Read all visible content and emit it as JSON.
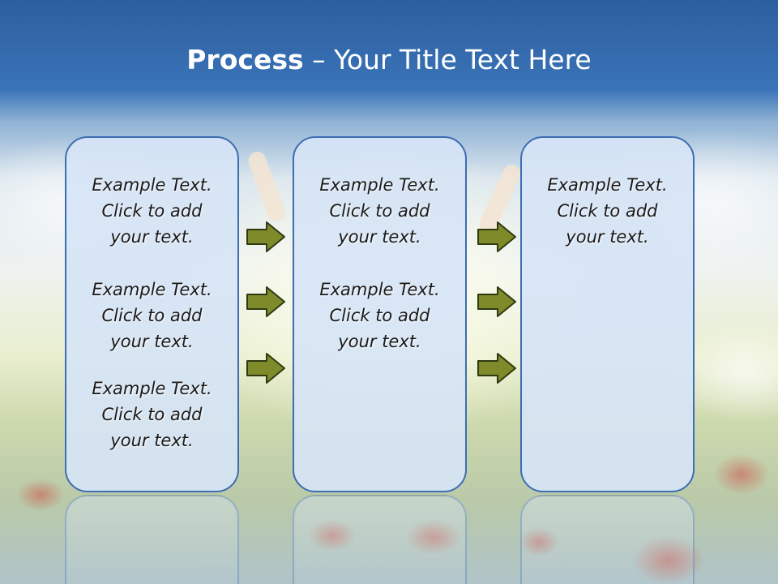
{
  "slide": {
    "title_bold": "Process",
    "title_rest": " – Your Title Text Here"
  },
  "columns": [
    {
      "items": [
        {
          "line1": "Example Text.",
          "line2": "Click  to add",
          "line3": "your text."
        },
        {
          "line1": "Example Text.",
          "line2": "Click  to add",
          "line3": "your text."
        },
        {
          "line1": "Example Text.",
          "line2": "Click  to add",
          "line3": "your text."
        }
      ]
    },
    {
      "items": [
        {
          "line1": "Example Text.",
          "line2": "Click  to add",
          "line3": "your text."
        },
        {
          "line1": "Example Text.",
          "line2": "Click  to add",
          "line3": "your text."
        }
      ]
    },
    {
      "items": [
        {
          "line1": "Example Text.",
          "line2": "Click  to add",
          "line3": "your text."
        }
      ]
    }
  ],
  "colors": {
    "arrow_fill": "#7f8a2a",
    "arrow_stroke": "#2f3a12",
    "box_border": "#3d6db3"
  }
}
